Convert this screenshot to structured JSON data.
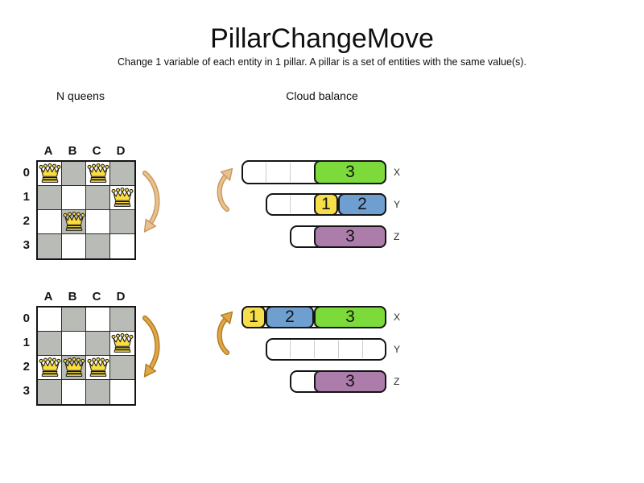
{
  "title": "PillarChangeMove",
  "subtitle": "Change 1 variable of each entity in 1 pillar. A pillar is a set of entities with the same value(s).",
  "sections": {
    "left": "N queens",
    "right": "Cloud balance"
  },
  "colors": {
    "board_dark": "#b9bbb6",
    "board_light": "#ffffff",
    "queen_gold": "#fcdd3b",
    "green": "#7cdb3a",
    "yellow": "#f6de4b",
    "blue": "#6f9fd0",
    "purple": "#ac7dab",
    "arrow_light": "#e9c18c",
    "arrow_light_edge": "#c89760",
    "arrow_dark": "#e0a648",
    "arrow_dark_edge": "#b07b1f"
  },
  "boards": [
    {
      "id": "before",
      "columns": [
        "A",
        "B",
        "C",
        "D"
      ],
      "rows": [
        "0",
        "1",
        "2",
        "3"
      ],
      "queens": [
        {
          "col": 0,
          "row": 0
        },
        {
          "col": 2,
          "row": 0
        },
        {
          "col": 3,
          "row": 1
        },
        {
          "col": 1,
          "row": 2
        }
      ]
    },
    {
      "id": "after",
      "columns": [
        "A",
        "B",
        "C",
        "D"
      ],
      "rows": [
        "0",
        "1",
        "2",
        "3"
      ],
      "queens": [
        {
          "col": 3,
          "row": 1
        },
        {
          "col": 0,
          "row": 2
        },
        {
          "col": 1,
          "row": 2
        },
        {
          "col": 2,
          "row": 2
        }
      ]
    }
  ],
  "cloud_states": [
    {
      "id": "before",
      "bars": [
        {
          "label": "X",
          "track": {
            "start": 0,
            "cells": 6
          },
          "blocks": [
            {
              "value": "3",
              "color": "green",
              "start": 3,
              "span": 3
            }
          ]
        },
        {
          "label": "Y",
          "track": {
            "start": 1,
            "cells": 5
          },
          "blocks": [
            {
              "value": "1",
              "color": "yellow",
              "start": 3,
              "span": 1
            },
            {
              "value": "2",
              "color": "blue",
              "start": 4,
              "span": 2
            }
          ]
        },
        {
          "label": "Z",
          "track": {
            "start": 2,
            "cells": 4
          },
          "blocks": [
            {
              "value": "3",
              "color": "purple",
              "start": 3,
              "span": 3
            }
          ]
        }
      ]
    },
    {
      "id": "after",
      "bars": [
        {
          "label": "X",
          "track": {
            "start": 0,
            "cells": 6
          },
          "blocks": [
            {
              "value": "1",
              "color": "yellow",
              "start": 0,
              "span": 1
            },
            {
              "value": "2",
              "color": "blue",
              "start": 1,
              "span": 2
            },
            {
              "value": "3",
              "color": "green",
              "start": 3,
              "span": 3
            }
          ]
        },
        {
          "label": "Y",
          "track": {
            "start": 1,
            "cells": 5
          },
          "blocks": []
        },
        {
          "label": "Z",
          "track": {
            "start": 2,
            "cells": 4
          },
          "blocks": [
            {
              "value": "3",
              "color": "purple",
              "start": 3,
              "span": 3
            }
          ]
        }
      ]
    }
  ]
}
